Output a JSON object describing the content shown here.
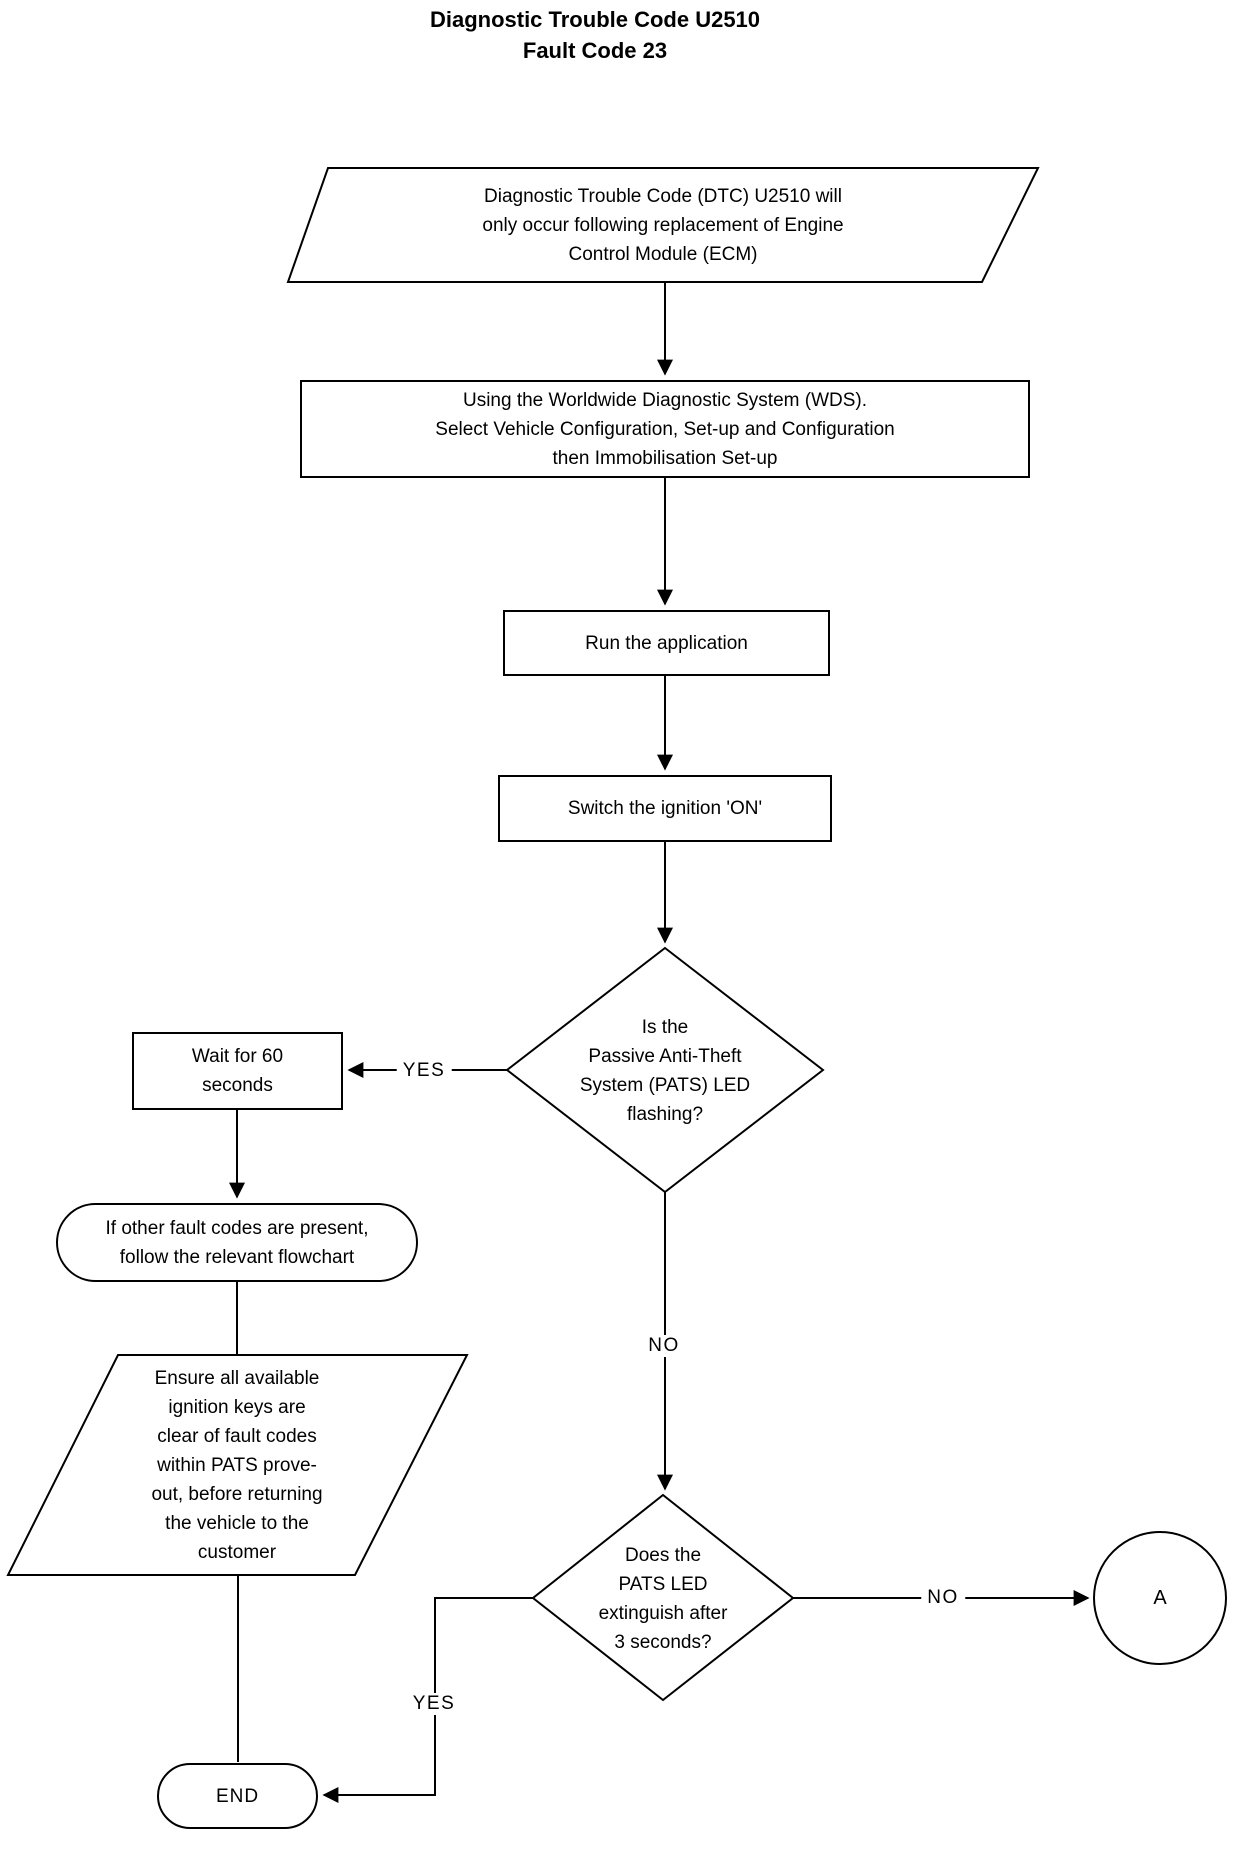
{
  "page": {
    "background": "#ffffff",
    "line_color": "#000000",
    "text_color": "#000000"
  },
  "title": {
    "line1": "Diagnostic Trouble Code U2510",
    "line2": "Fault Code 23"
  },
  "nodes": {
    "start": {
      "shape": "parallelogram",
      "label": "Diagnostic Trouble Code (DTC) U2510 will\nonly occur following replacement of Engine\nControl Module (ECM)"
    },
    "wds": {
      "shape": "process",
      "label": "Using the Worldwide Diagnostic System (WDS).\nSelect Vehicle Configuration, Set-up and Configuration\nthen Immobilisation Set-up"
    },
    "run_app": {
      "shape": "process",
      "label": "Run the application"
    },
    "ignition_on": {
      "shape": "process",
      "label": "Switch the ignition 'ON'"
    },
    "pats_flashing": {
      "shape": "decision",
      "label": "Is the\nPassive Anti-Theft\nSystem (PATS) LED\nflashing?"
    },
    "wait_60": {
      "shape": "process",
      "label": "Wait for 60\nseconds"
    },
    "other_faults": {
      "shape": "rounded",
      "label": "If other fault codes are present,\nfollow the relevant flowchart"
    },
    "ensure_keys": {
      "shape": "parallelogram",
      "label": "Ensure all available\nignition keys are\nclear of fault codes\nwithin PATS prove-\nout, before returning\nthe vehicle to the\ncustomer"
    },
    "led_extinguish": {
      "shape": "decision",
      "label": "Does the\nPATS LED\nextinguish after\n3 seconds?"
    },
    "connector_a": {
      "shape": "circle",
      "label": "A"
    },
    "end": {
      "shape": "terminator",
      "label": "END"
    }
  },
  "edge_labels": {
    "yes1": "YES",
    "no1": "NO",
    "yes2": "YES",
    "no2": "NO"
  }
}
